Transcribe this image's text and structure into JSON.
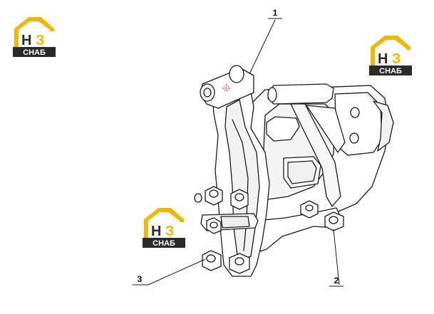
{
  "callouts": [
    {
      "id": "1",
      "label": "1"
    },
    {
      "id": "2",
      "label": "2"
    },
    {
      "id": "3",
      "label": "3"
    }
  ],
  "logo": {
    "letter_h": "H",
    "letter_z": "З",
    "caption": "СНАБ",
    "colors": {
      "roof": "#f2b705",
      "dark": "#2a2a2a",
      "accent": "#f2b705"
    }
  },
  "colors": {
    "line": "#1a1a1a",
    "fill": "#ffffff",
    "shade": "#e9e9e9"
  }
}
